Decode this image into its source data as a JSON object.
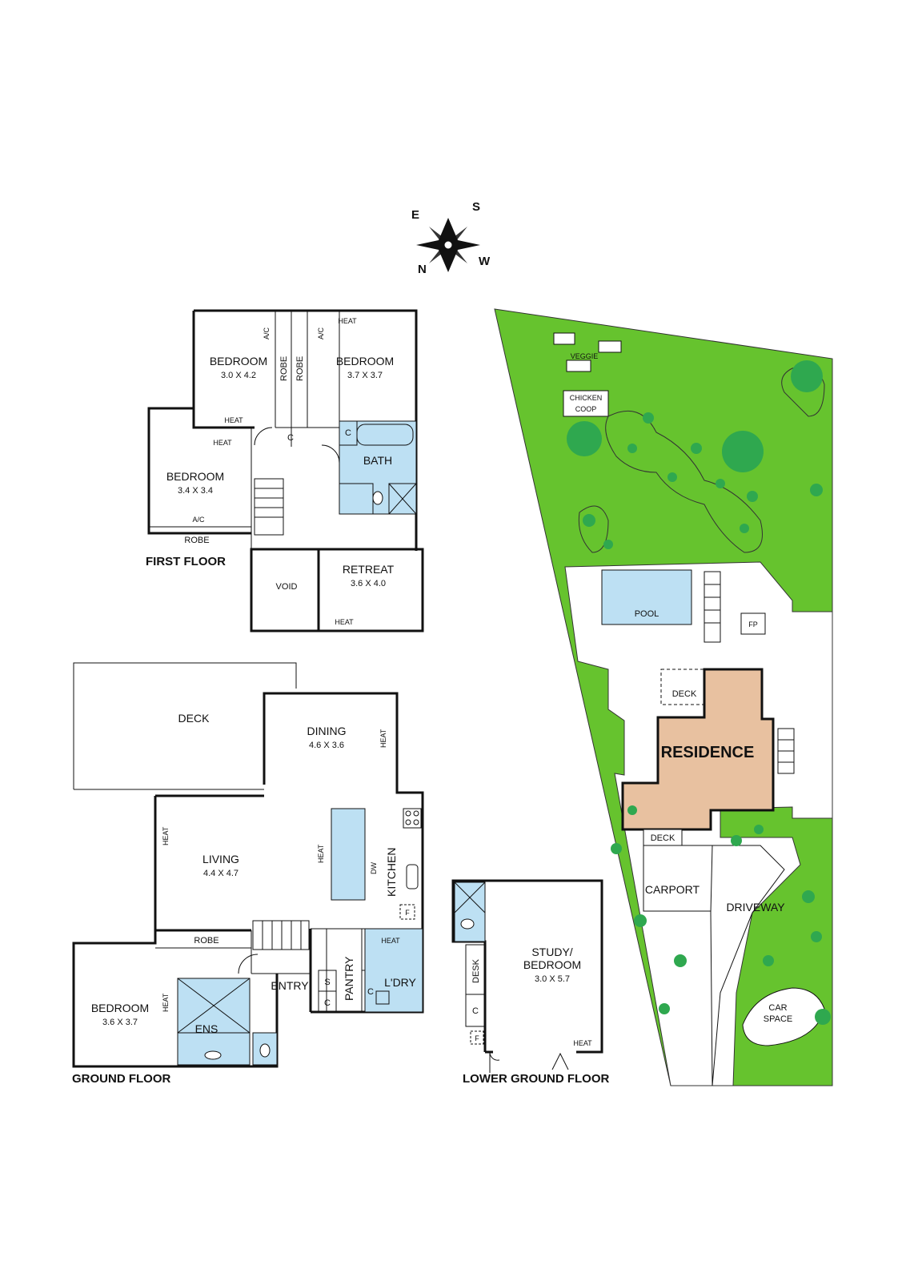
{
  "compass": {
    "e": "E",
    "s": "S",
    "n": "N",
    "w": "W"
  },
  "first_floor": {
    "title": "FIRST FLOOR",
    "bedroom_a": {
      "name": "BEDROOM",
      "size": "3.0 X 4.2"
    },
    "bedroom_b": {
      "name": "BEDROOM",
      "size": "3.7 X 3.7"
    },
    "bedroom_c": {
      "name": "BEDROOM",
      "size": "3.4 X 3.4"
    },
    "retreat": {
      "name": "RETREAT",
      "size": "3.6 X 4.0"
    },
    "void": "VOID",
    "bath": "BATH",
    "robe": "ROBE",
    "cupboard": "C",
    "ac": "A/C",
    "heat": "HEAT"
  },
  "ground_floor": {
    "title": "GROUND FLOOR",
    "deck": "DECK",
    "dining": {
      "name": "DINING",
      "size": "4.6 X 3.6"
    },
    "living": {
      "name": "LIVING",
      "size": "4.4 X 4.7"
    },
    "kitchen": "KITCHEN",
    "dw": "DW",
    "fridge": "F",
    "bedroom": {
      "name": "BEDROOM",
      "size": "3.6 X 3.7"
    },
    "ens": "ENS",
    "entry": "ENTRY",
    "pantry": "PANTRY",
    "laundry": "L'DRY",
    "robe": "ROBE",
    "store": "S",
    "cupboard": "C",
    "heat": "HEAT"
  },
  "lower_ground_floor": {
    "title": "LOWER GROUND FLOOR",
    "study": {
      "name_1": "STUDY/",
      "name_2": "BEDROOM",
      "size": "3.0 X 5.7"
    },
    "desk": "DESK",
    "cupboard": "C",
    "fridge": "F",
    "heat": "HEAT"
  },
  "site": {
    "residence": "RESIDENCE",
    "pool": "POOL",
    "fp": "FP",
    "deck_upper": "DECK",
    "deck_lower": "DECK",
    "carport": "CARPORT",
    "driveway": "DRIVEWAY",
    "car_space_1": "CAR",
    "car_space_2": "SPACE",
    "veggie": "VEGGIE",
    "chicken_1": "CHICKEN",
    "chicken_2": "COOP"
  },
  "colors": {
    "grass": "#66c32e",
    "residence": "#e8c1a0",
    "wet_area": "#bde0f3",
    "tree": "#2fa84f"
  }
}
